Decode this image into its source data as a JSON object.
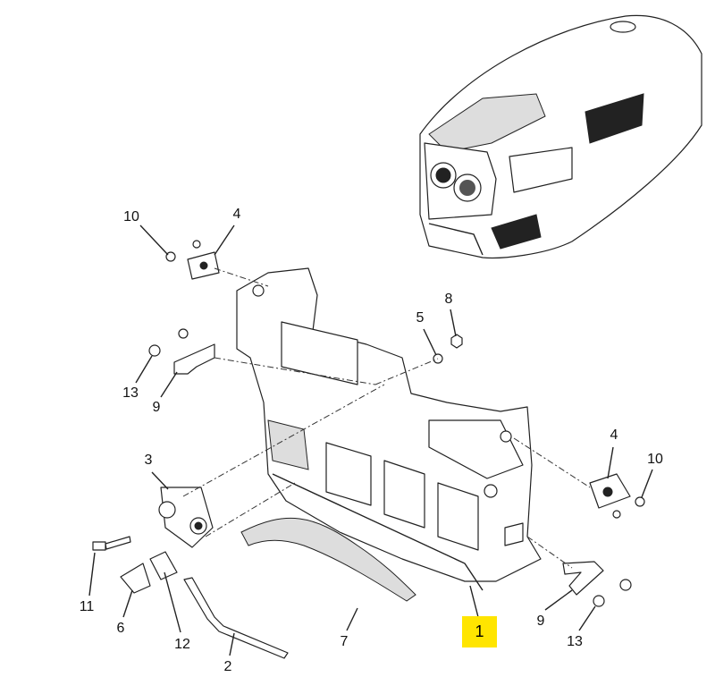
{
  "diagram": {
    "highlight_color": "#FFE500",
    "callouts": [
      {
        "id": "c10a",
        "text": "10"
      },
      {
        "id": "c4a",
        "text": "4"
      },
      {
        "id": "c8",
        "text": "8"
      },
      {
        "id": "c5",
        "text": "5"
      },
      {
        "id": "c13a",
        "text": "13"
      },
      {
        "id": "c9a",
        "text": "9"
      },
      {
        "id": "c3",
        "text": "3"
      },
      {
        "id": "c4b",
        "text": "4"
      },
      {
        "id": "c10b",
        "text": "10"
      },
      {
        "id": "c11",
        "text": "11"
      },
      {
        "id": "c6",
        "text": "6"
      },
      {
        "id": "c12",
        "text": "12"
      },
      {
        "id": "c7",
        "text": "7"
      },
      {
        "id": "c2",
        "text": "2"
      },
      {
        "id": "c1",
        "text": "1"
      },
      {
        "id": "c9b",
        "text": "9"
      },
      {
        "id": "c13b",
        "text": "13"
      }
    ]
  }
}
